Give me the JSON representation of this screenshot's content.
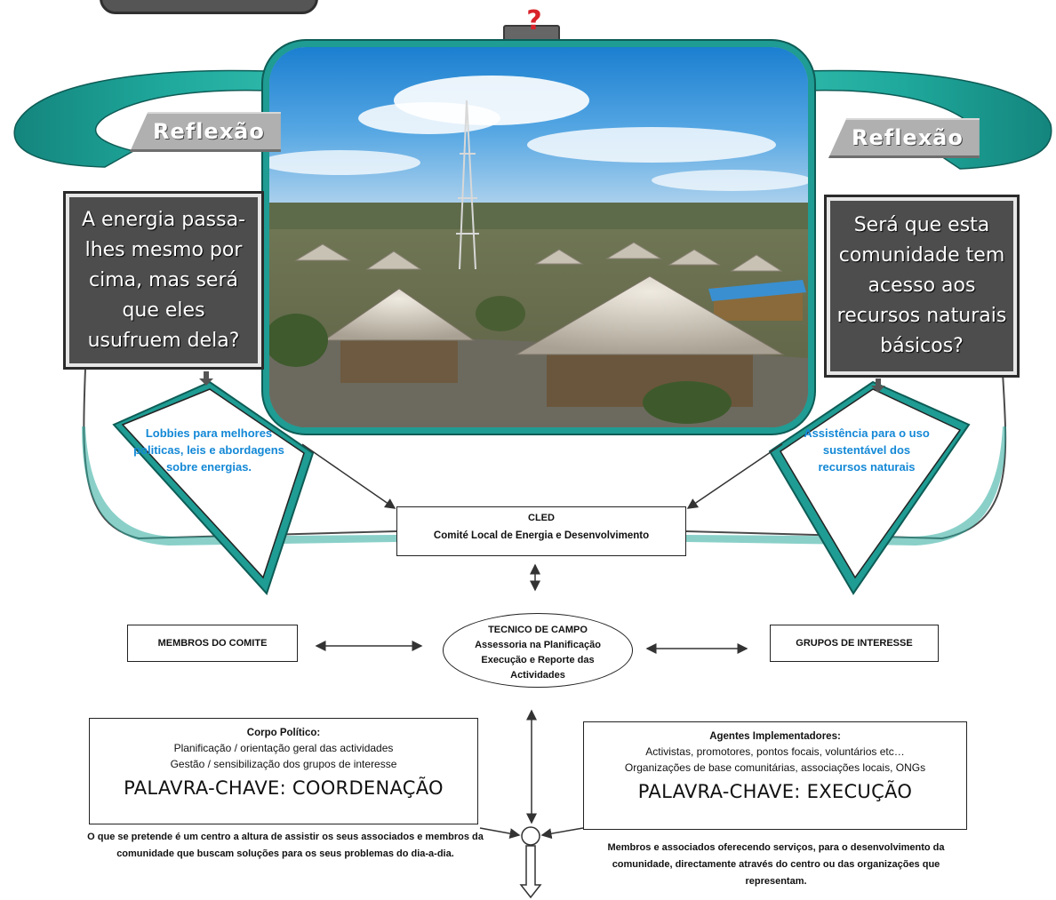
{
  "header": {
    "question_mark": "?"
  },
  "reflection": {
    "left_label": "Reflexão",
    "right_label": "Reflexão",
    "left_question": "A energia passa-lhes mesmo por cima, mas será que eles usufruem dela?",
    "right_question": "Será que esta comunidade tem acesso aos recursos naturais básicos?"
  },
  "diamonds": {
    "left_text": "Lobbies para melhores politicas, leis e abordagens sobre energias.",
    "right_text": "Assistência para o uso sustentável dos recursos naturais"
  },
  "cled": {
    "title": "CLED",
    "subtitle": "Comité Local de Energia e Desenvolvimento"
  },
  "tecnico": {
    "line1": "TECNICO DE CAMPO",
    "line2": "Assessoria na Planificação",
    "line3": "Execução e Reporte das",
    "line4": "Actividades"
  },
  "side_boxes": {
    "left": "MEMBROS DO COMITE",
    "right": "GRUPOS DE INTERESSE"
  },
  "panels": {
    "left": {
      "heading": "Corpo Político:",
      "line1": "Planificação / orientação geral das actividades",
      "line2": "Gestão / sensibilização dos grupos de interesse",
      "keyword": "PALAVRA-CHAVE: COORDENAÇÃO"
    },
    "right": {
      "heading": "Agentes Implementadores:",
      "line1": "Activistas, promotores, pontos focais, voluntários etc…",
      "line2": "Organizações de base comunitárias, associações locais, ONGs",
      "keyword": "PALAVRA-CHAVE: EXECUÇÃO"
    }
  },
  "footer": {
    "left": "O que se pretende é um centro a altura de assistir os seus associados e membros da comunidade que buscam soluções para os seus problemas do dia-a-dia.",
    "right": "Membros e associados oferecendo serviços, para o desenvolvimento da comunidade, directamente através do centro ou das organizações que representam."
  },
  "colors": {
    "teal": "#1f9c93",
    "teal_dark": "#0e5c56",
    "diamond_text_blue": "#1388d6",
    "question_red": "#d9232a",
    "dark_box": "#4d4d4d"
  }
}
